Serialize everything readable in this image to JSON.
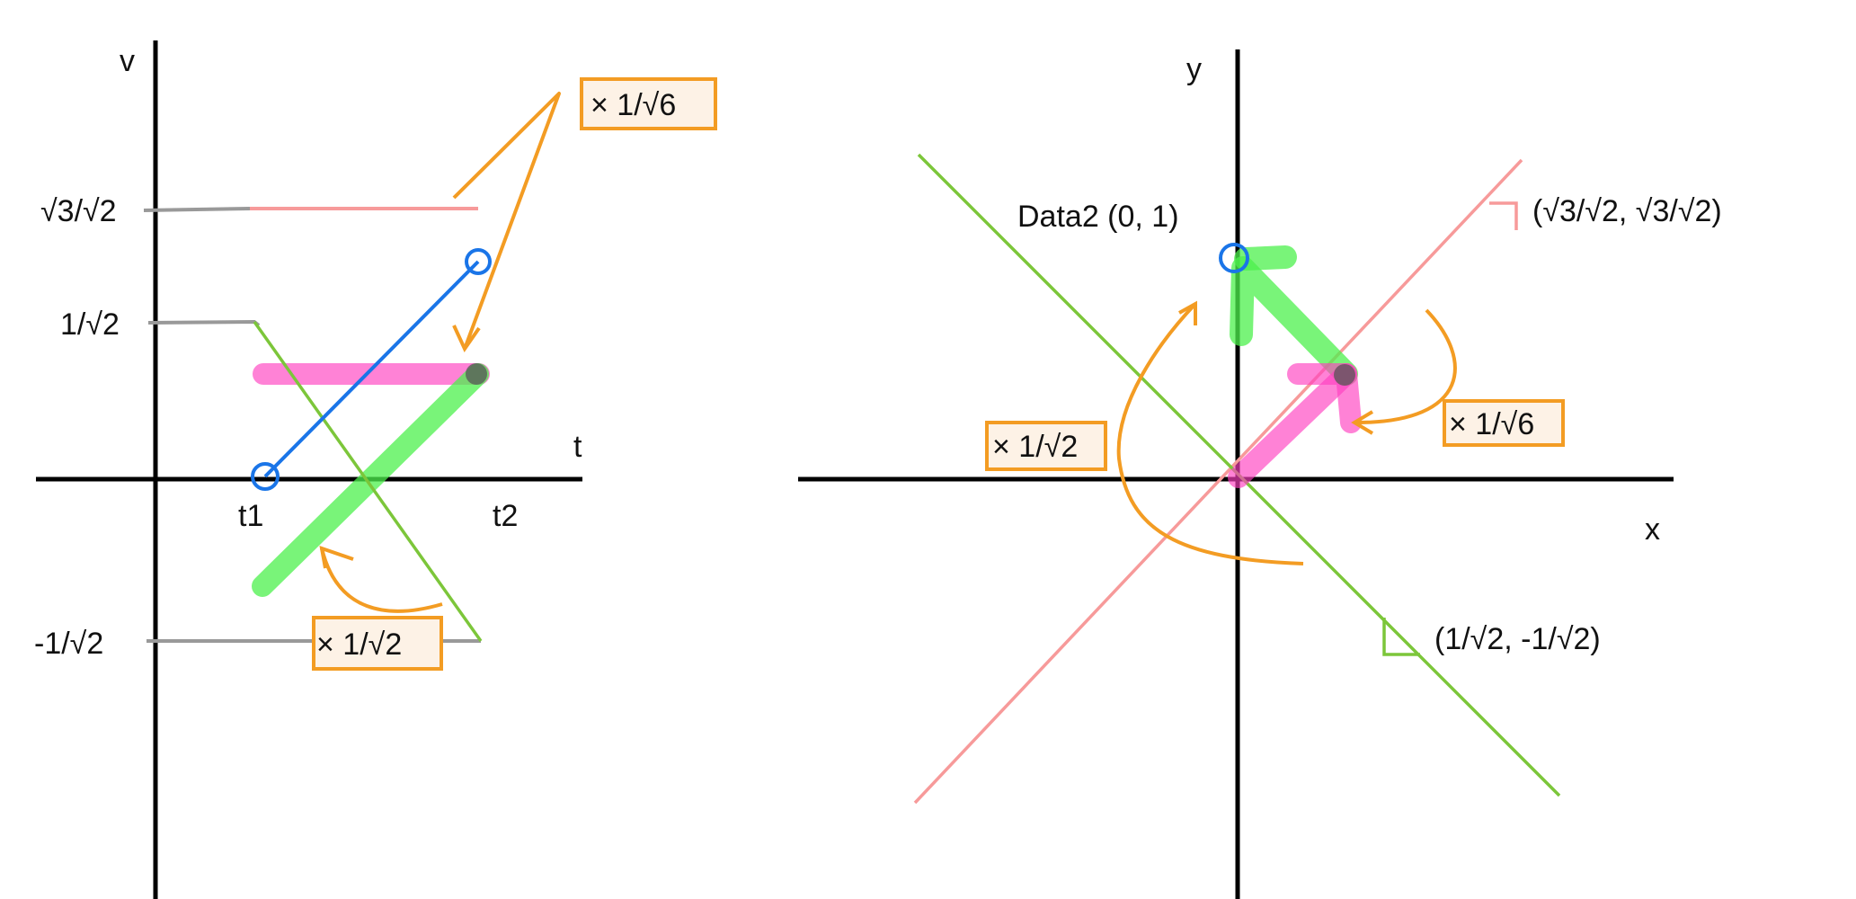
{
  "left_panel": {
    "axis_v_label": "v",
    "axis_t_label": "t",
    "ticks": {
      "y_sqrt3": "√3/√2",
      "y_inv_sqrt2": "1/√2",
      "y_neg_inv_sqrt2": "-1/√2",
      "x_t1": "t1",
      "x_t2": "t2"
    },
    "annotations": {
      "top_factor": "× 1/√6",
      "bottom_factor": "× 1/√2"
    }
  },
  "right_panel": {
    "axis_x_label": "x",
    "axis_y_label": "y",
    "point_label": "Data2 (0, 1)",
    "vector_pink_label": "(√3/√2, √3/√2)",
    "vector_green_label": "(1/√2, -1/√2)",
    "annotations": {
      "left_factor": "× 1/√2",
      "right_factor": "× 1/√6"
    }
  },
  "colors": {
    "axis": "#000000",
    "gray": "#999999",
    "pink_line": "#f79a9a",
    "magenta": "#ff3fc0",
    "green_thick": "#4cf04c",
    "green_line": "#7cc63a",
    "blue": "#1a75e8",
    "orange": "#f39c23",
    "box_fill": "#fdf2e6"
  }
}
